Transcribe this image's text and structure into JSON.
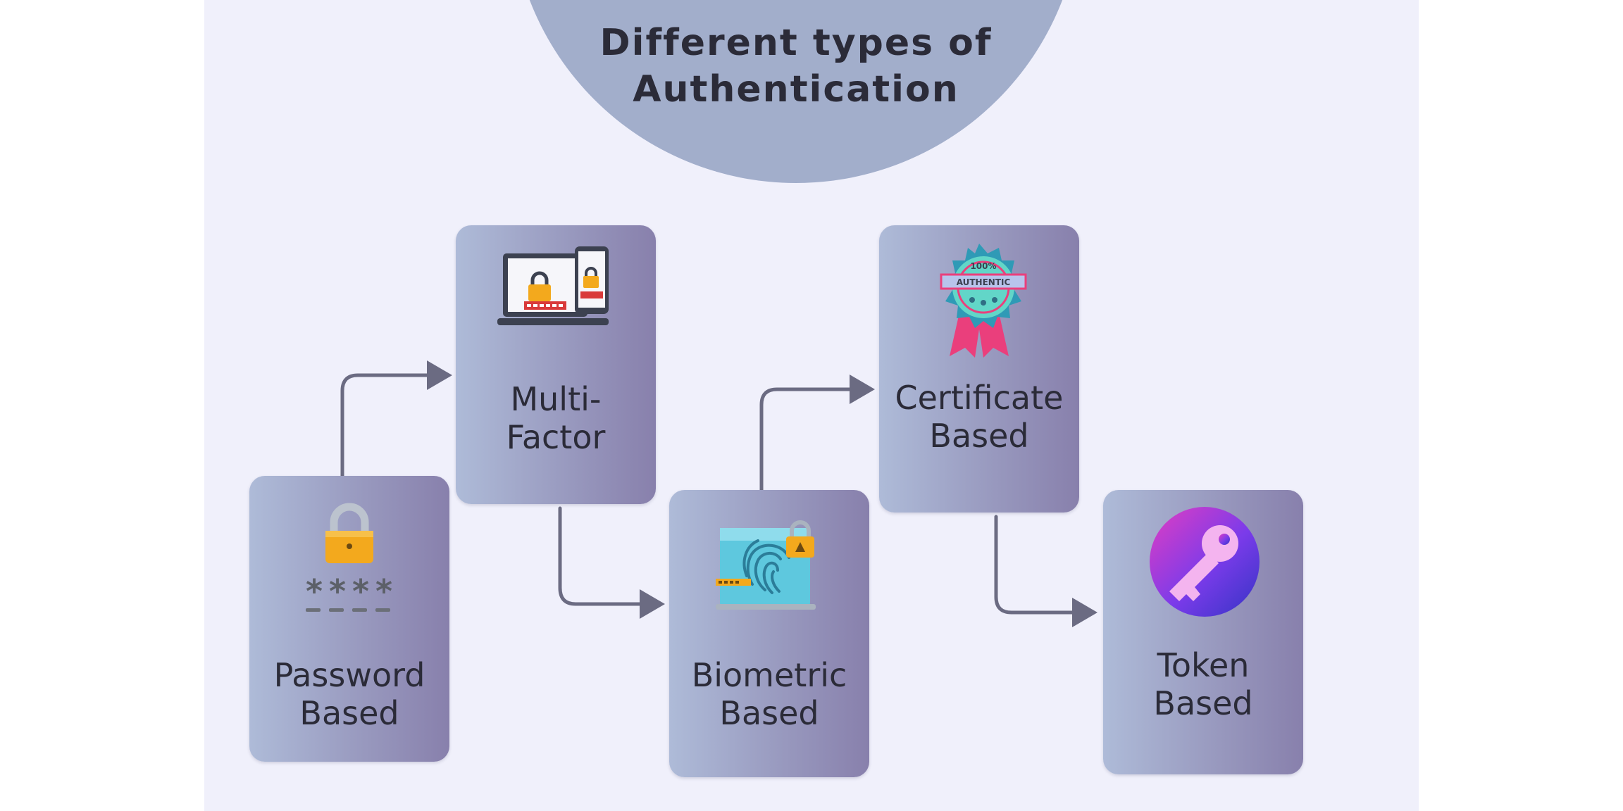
{
  "title": {
    "line1": "Different types of",
    "line2": "Authentication"
  },
  "cards": {
    "password": {
      "line1": "Password",
      "line2": "Based",
      "icon": "padlock-password-icon"
    },
    "mfa": {
      "line1": "Multi-",
      "line2": "Factor",
      "icon": "laptop-phone-lock-icon"
    },
    "biometric": {
      "line1": "Biometric",
      "line2": "Based",
      "icon": "fingerprint-lock-icon"
    },
    "certificate": {
      "line1": "Certificate",
      "line2": "Based",
      "icon": "authentic-badge-icon",
      "badge_top": "100%",
      "badge_text": "AUTHENTIC"
    },
    "token": {
      "line1": "Token",
      "line2": "Based",
      "icon": "key-icon"
    }
  },
  "colors": {
    "panel_background": "#f0f0fb",
    "title_circle": "#a2aecb",
    "card_gradient_start": "#aebbd8",
    "card_gradient_end": "#8880ac",
    "connector": "#6b6b82",
    "text": "#2b2b38"
  }
}
